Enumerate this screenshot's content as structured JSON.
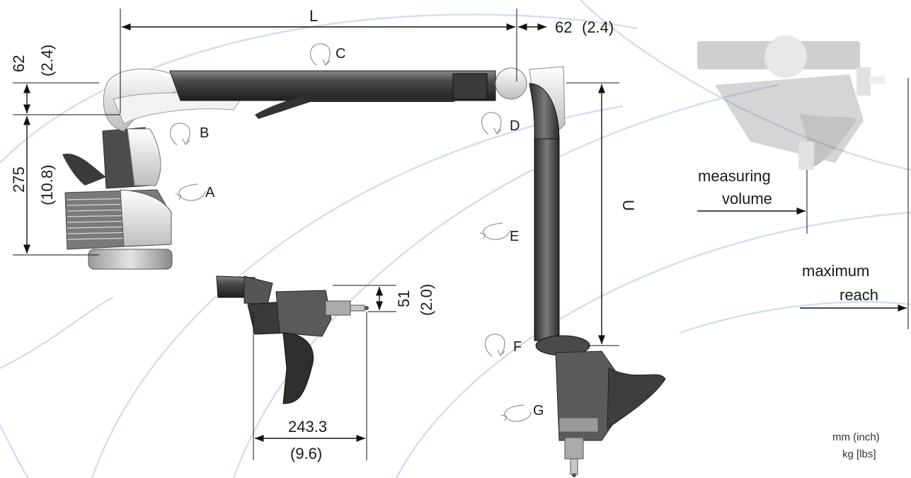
{
  "dimensions": {
    "length": "L",
    "offset_top_mm": "62",
    "offset_top_in": "(2.4)",
    "offset_left_mm": "62",
    "offset_left_in": "(2.4)",
    "base_height_mm": "275",
    "base_height_in": "(10.8)",
    "upper_arm": "U",
    "probe_offset_mm": "51",
    "probe_offset_in": "(2.0)",
    "probe_length_mm": "243.3",
    "probe_length_in": "(9.6)"
  },
  "axes": [
    "A",
    "B",
    "C",
    "D",
    "E",
    "F",
    "G"
  ],
  "legend": {
    "measuring_line1": "measuring",
    "measuring_line2": "volume",
    "reach_line1": "maximum",
    "reach_line2": "reach"
  },
  "units": {
    "line1": "mm (inch)",
    "line2": "kg [lbs]"
  },
  "colors": {
    "arm_dark": "#3a3a3a",
    "arm_mid": "#5e5e5e",
    "shell_light": "#eeeeee",
    "swoosh": "#c9d2ea"
  }
}
